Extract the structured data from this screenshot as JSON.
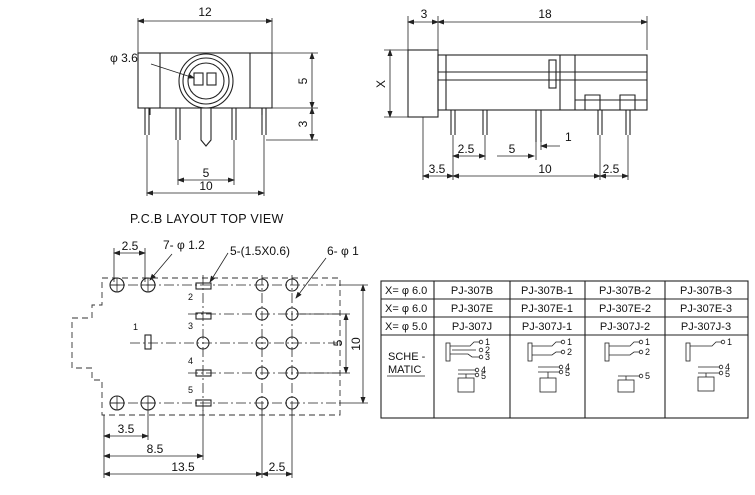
{
  "front_view": {
    "dim_width": "12",
    "dim_hole": "φ 3.6",
    "dim_height_upper": "5",
    "dim_height_lower": "3",
    "dim_pin_spacing": "5",
    "dim_base_width": "10"
  },
  "side_view": {
    "dim_front": "3",
    "dim_length": "18",
    "dim_x": "X",
    "dim_a": "2.5",
    "dim_b": "5",
    "dim_c": "1",
    "dim_d": "3.5",
    "dim_e": "10",
    "dim_f": "2.5"
  },
  "pcb": {
    "header": "P.C.B LAYOUT   TOP VIEW",
    "dim_top_spacing": "2.5",
    "label_holes_7": "7- φ 1.2",
    "label_slots": "5-(1.5X0.6)",
    "label_holes_6": "6- φ 1",
    "pin_1": "1",
    "pin_2": "2",
    "pin_3": "3",
    "pin_4": "4",
    "pin_5": "5",
    "dim_right_inner": "5",
    "dim_right_outer": "10",
    "dim_bottom_1": "3.5",
    "dim_bottom_2": "8.5",
    "dim_bottom_3": "13.5",
    "dim_bottom_4": "2.5"
  },
  "table": {
    "rows": [
      [
        "X= φ 6.0",
        "PJ-307B",
        "PJ-307B-1",
        "PJ-307B-2",
        "PJ-307B-3"
      ],
      [
        "X= φ 6.0",
        "PJ-307E",
        "PJ-307E-1",
        "PJ-307E-2",
        "PJ-307E-3"
      ],
      [
        "X= φ 5.0",
        "PJ-307J",
        "PJ-307J-1",
        "PJ-307J-2",
        "PJ-307J-3"
      ]
    ],
    "schematic_label_1": "SCHE -",
    "schematic_label_2": "MATIC",
    "pins": [
      "1",
      "2",
      "3",
      "4",
      "5"
    ]
  }
}
